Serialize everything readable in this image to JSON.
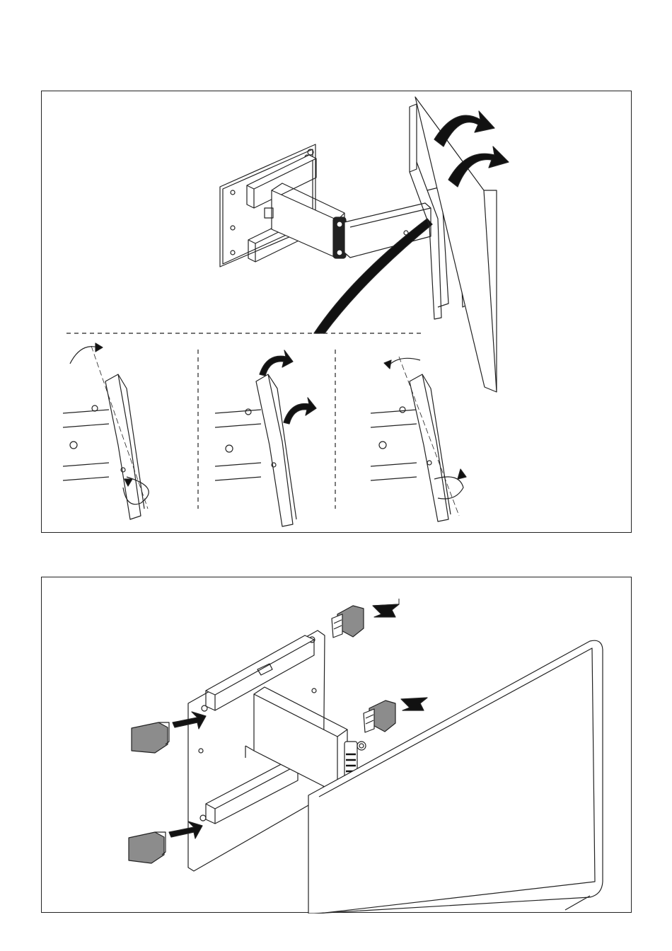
{
  "document": {
    "panels": [
      {
        "id": "top",
        "contents": [
          "swivel-arm-assembly",
          "tv-panel",
          "tilt-arrows",
          "detail-views"
        ]
      },
      {
        "id": "bottom",
        "contents": [
          "wall-plate",
          "arm",
          "end-caps",
          "tv-panel",
          "insert-arrows"
        ]
      }
    ]
  },
  "icons": {
    "rotate": "curved-arrow-icon",
    "insert": "push-arrow-icon",
    "cap": "end-cap-icon"
  },
  "colors": {
    "line": "#222222",
    "fill_dark": "#111111",
    "fill_cap": "#8c8c8c",
    "fill_cap_dark": "#6a6a6a",
    "background": "#ffffff"
  }
}
